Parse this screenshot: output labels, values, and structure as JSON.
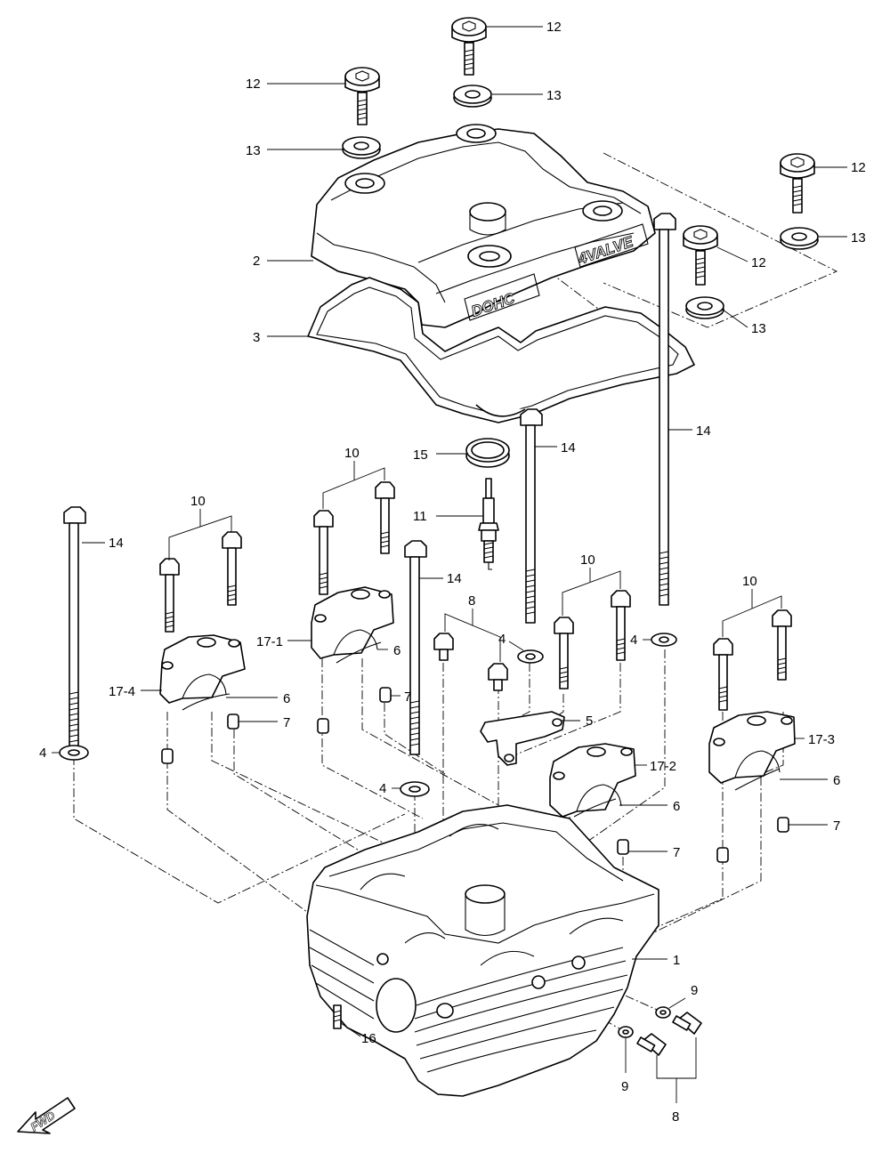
{
  "diagram": {
    "callouts": {
      "c1": "1",
      "c2": "2",
      "c3": "3",
      "c4a": "4",
      "c4b": "4",
      "c4c": "4",
      "c4d": "4",
      "c5": "5",
      "c6a": "6",
      "c6b": "6",
      "c6c": "6",
      "c6d": "6",
      "c7a": "7",
      "c7b": "7",
      "c7c": "7",
      "c7d": "7",
      "c8a": "8",
      "c8b": "8",
      "c9a": "9",
      "c9b": "9",
      "c10a": "10",
      "c10b": "10",
      "c10c": "10",
      "c10d": "10",
      "c11": "11",
      "c12a": "12",
      "c12b": "12",
      "c12c": "12",
      "c12d": "12",
      "c13a": "13",
      "c13b": "13",
      "c13c": "13",
      "c13d": "13",
      "c14a": "14",
      "c14b": "14",
      "c14c": "14",
      "c14d": "14",
      "c15": "15",
      "c16": "16",
      "c17_1": "17-1",
      "c17_2": "17-2",
      "c17_3": "17-3",
      "c17_4": "17-4"
    },
    "emboss": {
      "dohc": "DOHC",
      "valve": "4VALVE"
    },
    "fwd_label": "FWD"
  }
}
